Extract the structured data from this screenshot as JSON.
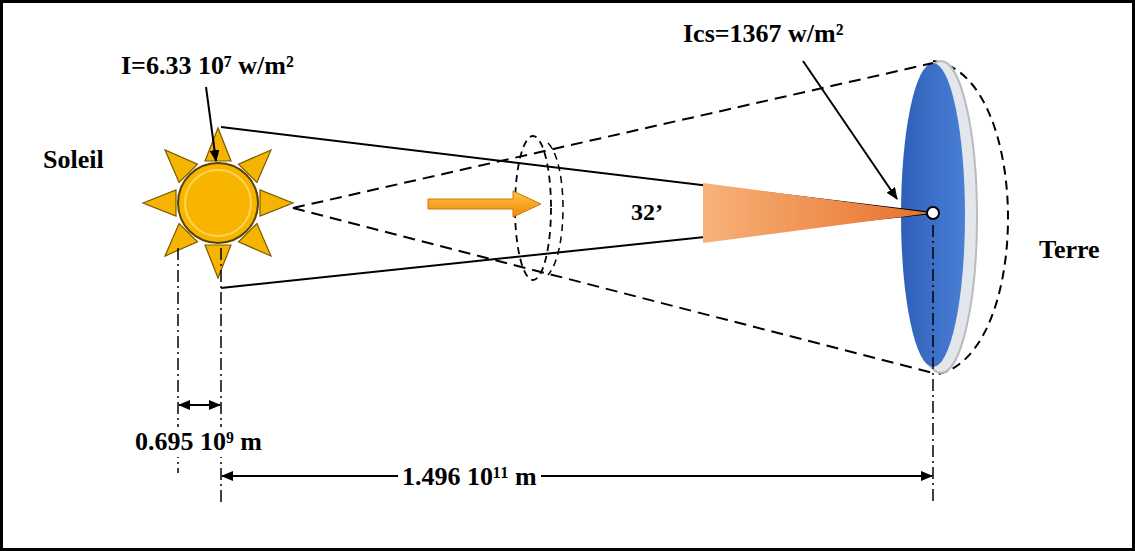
{
  "diagram": {
    "labels": [
      "I=6.33 10⁷ w/m²",
      "Ics=1367 w/m²",
      "Soleil",
      "32’",
      "Terre",
      "0.695 10⁹ m",
      "1.496 10¹¹ m"
    ]
  }
}
